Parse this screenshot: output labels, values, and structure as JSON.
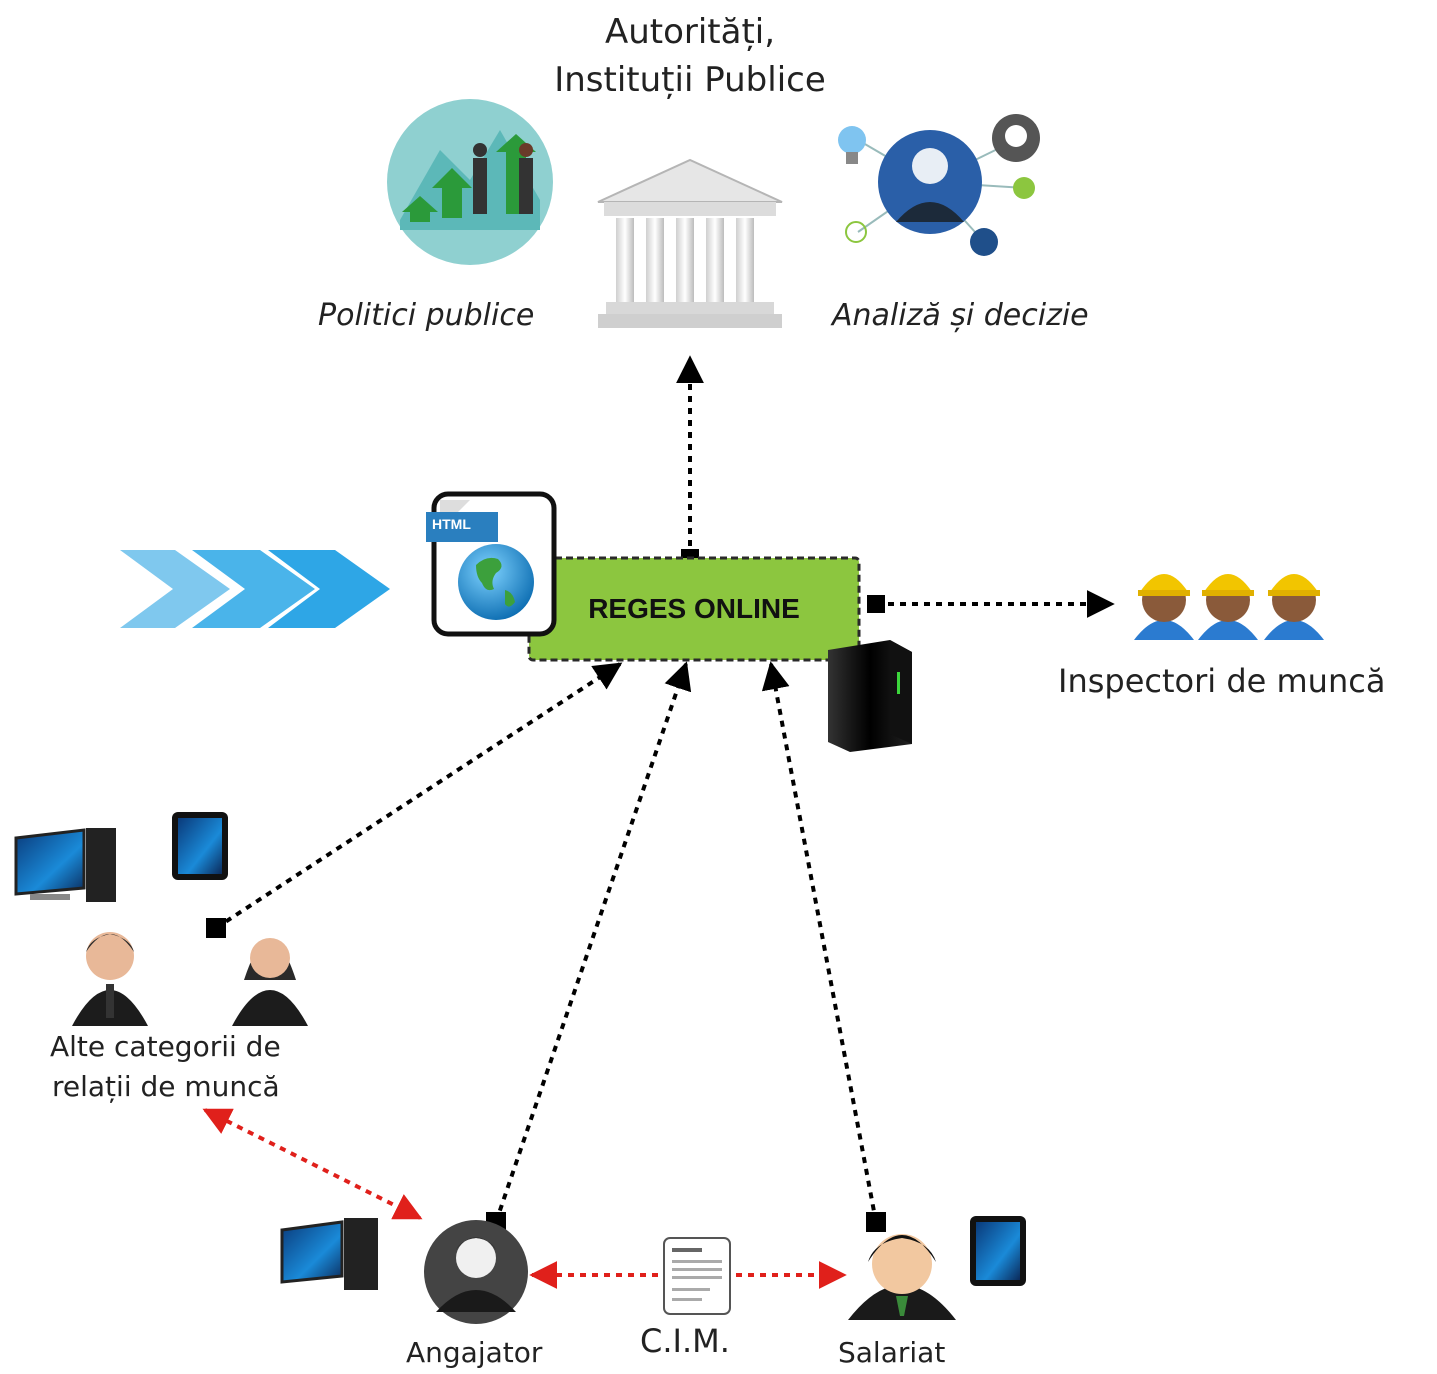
{
  "title": {
    "line1": "Autorități,",
    "line2": "Instituții Publice"
  },
  "labels": {
    "politici": "Politici publice",
    "analiza": "Analiză și decizie",
    "reges": "REGES ONLINE",
    "html_badge": "HTML",
    "inspectori": "Inspectori de muncă",
    "alte_line1": "Alte categorii de",
    "alte_line2": "relații de muncă",
    "angajator": "Angajator",
    "cim": "C.I.M.",
    "salariat": "Salariat"
  },
  "colors": {
    "reges_fill": "#8cc63f",
    "black_link": "#000000",
    "red_link": "#e0201b",
    "chevron": "#2ea6e6",
    "helmet": "#f2c500",
    "worker_shirt": "#2b7bd0"
  },
  "icons": [
    "policy-growth-icon",
    "institution-building-icon",
    "analysis-network-icon",
    "html-globe-icon",
    "server-tower-icon",
    "worker-helmet-icon",
    "desktop-computer-icon",
    "tablet-icon",
    "businessman-icon",
    "businesswoman-icon",
    "contract-document-icon"
  ]
}
